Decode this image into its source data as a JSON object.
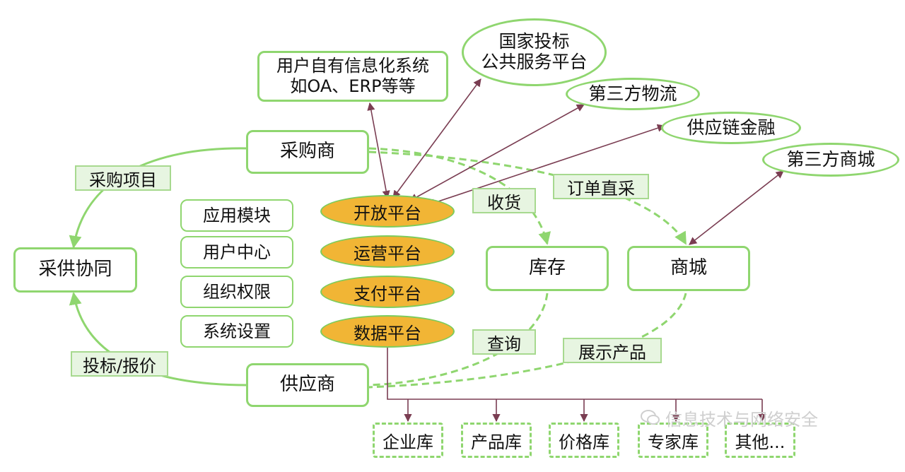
{
  "center": {
    "buyer": "采购商",
    "supplier": "供应商",
    "collaboration": "采供协同"
  },
  "edge_labels": {
    "purchase_project": "采购项目",
    "bid_quote": "投标/报价",
    "receive": "收货",
    "order_direct": "订单直采",
    "query": "查询",
    "show_products": "展示产品"
  },
  "modules": [
    "应用模块",
    "用户中心",
    "组织权限",
    "系统设置"
  ],
  "platforms": [
    "开放平台",
    "运营平台",
    "支付平台",
    "数据平台"
  ],
  "nodes": {
    "inventory": "库存",
    "mall": "商城"
  },
  "external": {
    "user_systems_line1": "用户自有信息化系统",
    "user_systems_line2": "如OA、ERP等等",
    "national_bid_line1": "国家投标",
    "national_bid_line2": "公共服务平台",
    "logistics": "第三方物流",
    "finance": "供应链金融",
    "third_mall": "第三方商城"
  },
  "databases": [
    "企业库",
    "产品库",
    "价格库",
    "专家库",
    "其他..."
  ],
  "watermark": "信息技术与网络安全",
  "colors": {
    "green": "#8fd66f",
    "label_fill": "#e7f5e1",
    "platform_fill": "#f1b535",
    "arrow": "#7a3d52"
  }
}
